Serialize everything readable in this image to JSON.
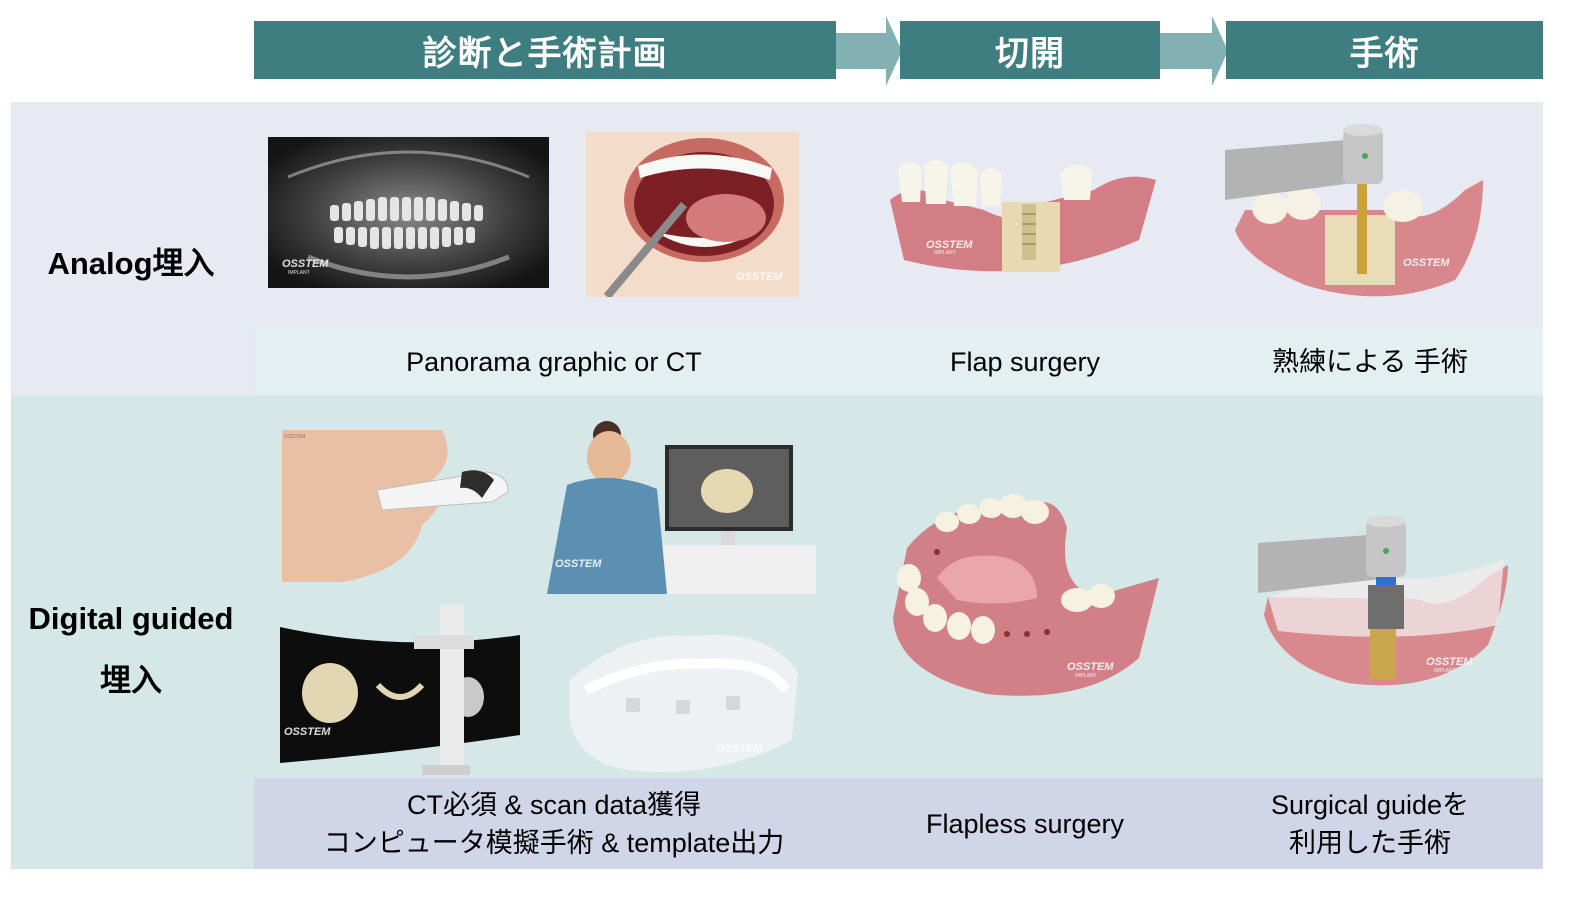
{
  "header": {
    "step1": "診断と手術計画",
    "step2": "切開",
    "step3": "手術"
  },
  "rows": {
    "analog": {
      "label": "Analog埋入",
      "captions": {
        "diagnosis": "Panorama graphic or CT",
        "incision": "Flap surgery",
        "surgery": "熟練による 手術"
      }
    },
    "digital": {
      "label_line1": "Digital guided",
      "label_line2": "埋入",
      "captions": {
        "diagnosis_line1": "CT必須 &  scan data獲得",
        "diagnosis_line2": "コンピュータ模擬手術 & template出力",
        "incision": "Flapless surgery",
        "surgery_line1": "Surgical guideを",
        "surgery_line2": "利用した手術"
      }
    }
  },
  "watermark": {
    "brand": "OSSTEM",
    "sub": "IMPLANT"
  },
  "colors": {
    "header_bg": "#3e7e80",
    "arrow": "#83b0b2",
    "analog_band": "#e7e9f3",
    "analog_caption": "#e3eff0",
    "digital_band": "#d5e7e7",
    "digital_caption": "#d0d5e8"
  }
}
